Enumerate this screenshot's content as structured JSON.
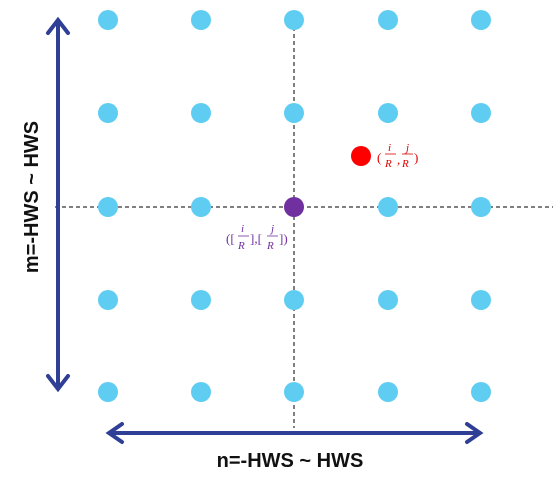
{
  "diagram": {
    "x_axis_label": "n=-HWS ~ HWS",
    "y_axis_label": "m=-HWS ~ HWS",
    "grid": {
      "rows": 5,
      "cols": 5
    },
    "target_point": {
      "label": {
        "open": "(",
        "num_i": "i",
        "den_i": "R",
        "comma": ",",
        "num_j": "j",
        "den_j": "R",
        "close": ")"
      }
    },
    "integer_point": {
      "label": {
        "open": "([",
        "num_i": "i",
        "den_i": "R",
        "mid": "],[",
        "num_j": "j",
        "den_j": "R",
        "close": "])"
      }
    },
    "colors": {
      "grid_dot": "#5fcdf2",
      "target_dot": "#ff0000",
      "integer_dot": "#7030a0",
      "arrow": "#2f3f95",
      "dashed_line": "#000000",
      "axis_label": "#111111"
    }
  }
}
